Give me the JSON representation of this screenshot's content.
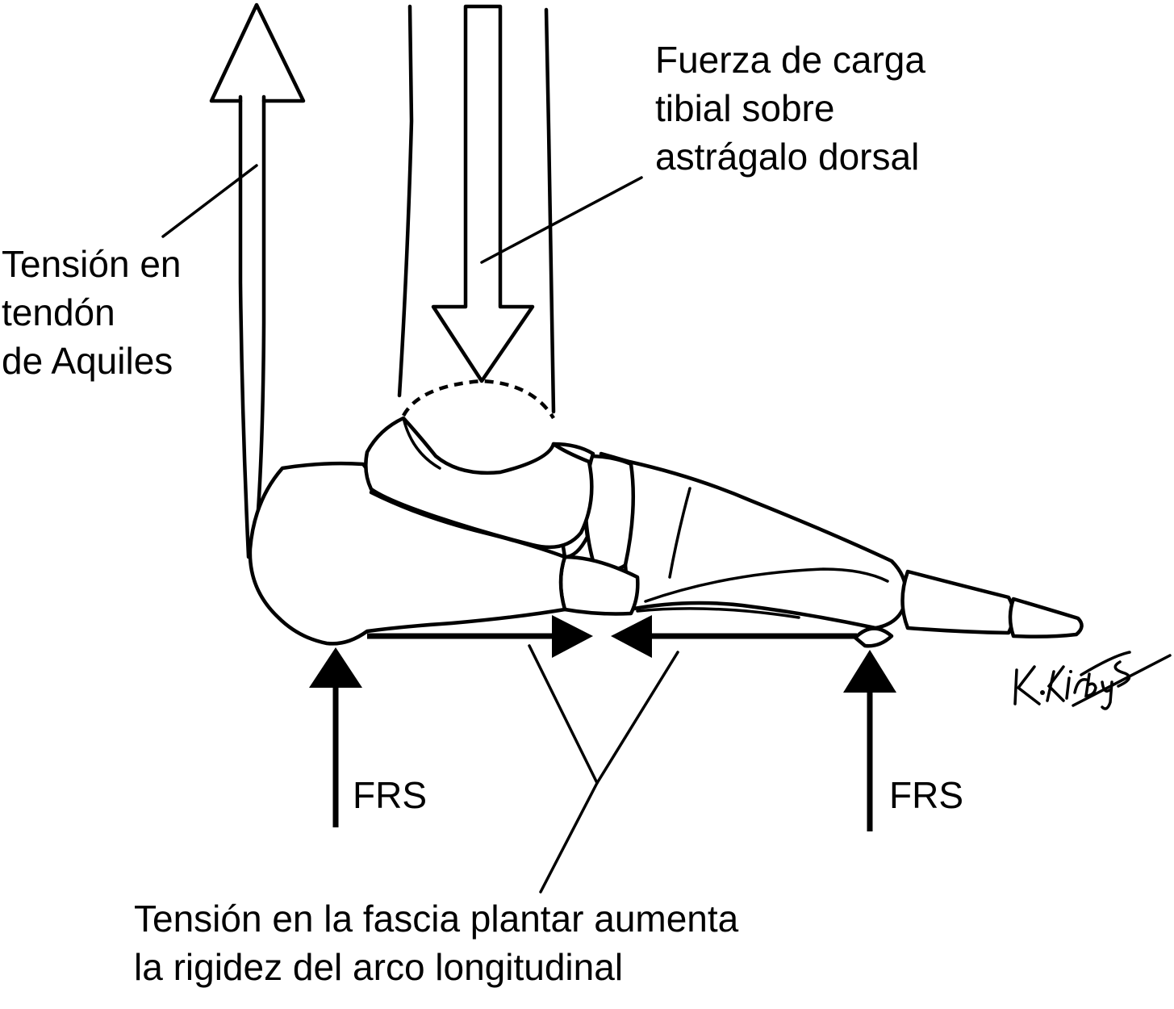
{
  "labels": {
    "tibial_load": [
      "Fuerza de carga",
      "tibial sobre",
      "astrágalo dorsal"
    ],
    "achilles": [
      "Tensión en",
      "tendón",
      "de Aquiles"
    ],
    "grf_left": "FRS",
    "grf_right": "FRS",
    "plantar_fascia": [
      "Tensión en la fascia plantar aumenta",
      "la rigidez del arco longitudinal"
    ]
  },
  "signature": "K. Kirby",
  "colors": {
    "ink": "#000000",
    "background": "#ffffff"
  }
}
